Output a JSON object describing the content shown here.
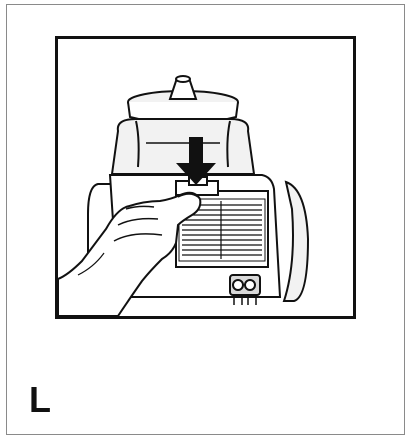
{
  "step": {
    "letter": "L"
  },
  "illustration": {
    "subject": "vacuum-cleaner-filter-removal",
    "arrow_direction": "down",
    "line_color": "#111111",
    "fill_light": "#f2f2f2",
    "fill_mid": "#d9d9d9"
  }
}
